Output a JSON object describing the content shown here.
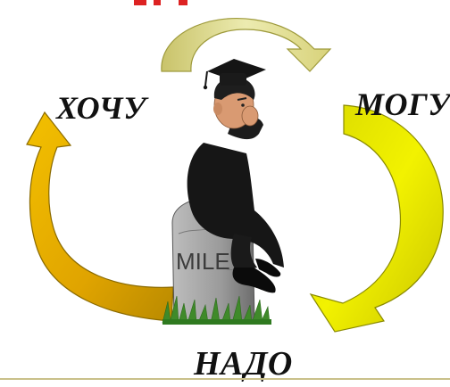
{
  "words": {
    "want": "ХОЧУ",
    "can": "МОГУ",
    "must": "НАДО"
  },
  "milestone": {
    "label": "MILE"
  },
  "colors": {
    "arrow_top": "#e8e48a",
    "arrow_left": "#e2a600",
    "arrow_right": "#e4e400",
    "stone": "#9a9a9a",
    "grass": "#3f8a2a",
    "gown": "#161616",
    "skin": "#d99a72"
  }
}
